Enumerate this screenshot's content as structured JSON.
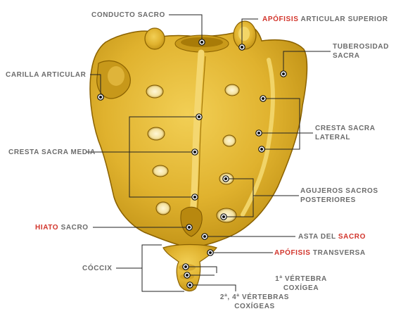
{
  "colors": {
    "bone": "#e0b22e",
    "bone_dark": "#8a6100",
    "highlight": "#f0cc55",
    "line": "#222222",
    "text": "#6b6b6b",
    "accent": "#d2342b"
  },
  "labels": {
    "conducto_sacro": "CONDUCTO SACRO",
    "apofisis_sup_red": "APÓFISIS",
    "apofisis_sup_rest": " ARTICULAR SUPERIOR",
    "tuberosidad_1": "TUBEROSIDAD",
    "tuberosidad_2": "SACRA",
    "carilla": "CARILLA ARTICULAR",
    "cresta_lateral_1": "CRESTA SACRA",
    "cresta_lateral_2": "LATERAL",
    "cresta_media": "CRESTA SACRA MEDIA",
    "agujeros_1": "AGUJEROS SACROS",
    "agujeros_2": "POSTERIORES",
    "hiato_red": "HIATO",
    "hiato_rest": " SACRO",
    "asta_pre": "ASTA DEL ",
    "asta_red": "SACRO",
    "apofisis_tr_red": "APÓFISIS",
    "apofisis_tr_rest": " TRANSVERSA",
    "coccix": "CÓCCIX",
    "vertebra1_1": "1ª VÉRTEBRA",
    "vertebra1_2": "COXÍGEA",
    "vertebras24_1": "2ª, 4ª VÉRTEBRAS",
    "vertebras24_2": "COXÍGEAS"
  }
}
